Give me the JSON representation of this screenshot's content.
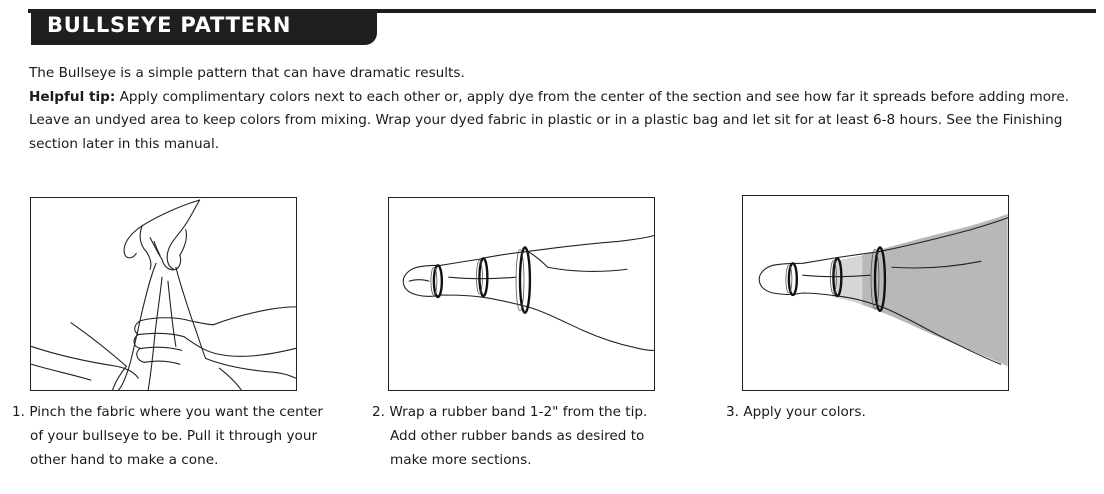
{
  "section": {
    "title": "BULLSEYE PATTERN"
  },
  "intro": {
    "line1": "The Bullseye is a simple pattern that can have dramatic results.",
    "tip_label": "Helpful tip:",
    "tip_line1": "Apply complimentary colors next to each other or, apply dye from the center of the section and see how far it spreads before adding more.",
    "tip_line2": "Leave an undyed area to keep colors from mixing. Wrap your dyed fabric in plastic or in a plastic bag and let sit for at least 6-8 hours. See the Finishing",
    "tip_line3": "section later in this manual."
  },
  "steps": [
    {
      "number": "1.",
      "lines": [
        "Pinch the fabric where you want the center",
        "of your bullseye to be. Pull it through your",
        "other hand to make a cone."
      ]
    },
    {
      "number": "2.",
      "lines": [
        "Wrap a rubber band 1-2\" from the tip.",
        "Add other rubber bands as desired to",
        "make more sections."
      ]
    },
    {
      "number": "3.",
      "lines": [
        "Apply your colors."
      ]
    }
  ],
  "colors": {
    "header_bar": "#1f1f1f",
    "text": "#1a1a1a",
    "dye_fill": "#b3b3b3"
  }
}
